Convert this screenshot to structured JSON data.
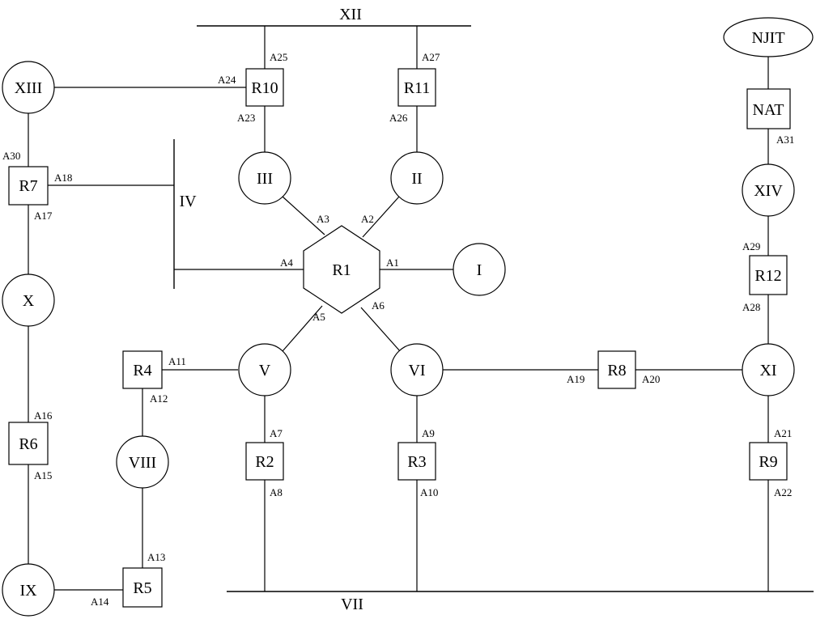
{
  "diagram": {
    "buses": [
      {
        "id": "bus-xii",
        "label": "XII"
      },
      {
        "id": "bus-iv",
        "label": "IV"
      },
      {
        "id": "bus-vii",
        "label": "VII"
      }
    ],
    "networks": [
      {
        "id": "net-i",
        "label": "I"
      },
      {
        "id": "net-ii",
        "label": "II"
      },
      {
        "id": "net-iii",
        "label": "III"
      },
      {
        "id": "net-v",
        "label": "V"
      },
      {
        "id": "net-vi",
        "label": "VI"
      },
      {
        "id": "net-viii",
        "label": "VIII"
      },
      {
        "id": "net-ix",
        "label": "IX"
      },
      {
        "id": "net-x",
        "label": "X"
      },
      {
        "id": "net-xi",
        "label": "XI"
      },
      {
        "id": "net-xiii",
        "label": "XIII"
      },
      {
        "id": "net-xiv",
        "label": "XIV"
      },
      {
        "id": "net-njit",
        "label": "NJIT"
      }
    ],
    "routers": [
      {
        "id": "r1",
        "label": "R1"
      },
      {
        "id": "r2",
        "label": "R2"
      },
      {
        "id": "r3",
        "label": "R3"
      },
      {
        "id": "r4",
        "label": "R4"
      },
      {
        "id": "r5",
        "label": "R5"
      },
      {
        "id": "r6",
        "label": "R6"
      },
      {
        "id": "r7",
        "label": "R7"
      },
      {
        "id": "r8",
        "label": "R8"
      },
      {
        "id": "r9",
        "label": "R9"
      },
      {
        "id": "r10",
        "label": "R10"
      },
      {
        "id": "r11",
        "label": "R11"
      },
      {
        "id": "r12",
        "label": "R12"
      },
      {
        "id": "nat",
        "label": "NAT"
      }
    ],
    "interfaces": [
      "A1",
      "A2",
      "A3",
      "A4",
      "A5",
      "A6",
      "A7",
      "A8",
      "A9",
      "A10",
      "A11",
      "A12",
      "A13",
      "A14",
      "A15",
      "A16",
      "A17",
      "A18",
      "A19",
      "A20",
      "A21",
      "A22",
      "A23",
      "A24",
      "A25",
      "A26",
      "A27",
      "A28",
      "A29",
      "A30",
      "A31"
    ]
  }
}
